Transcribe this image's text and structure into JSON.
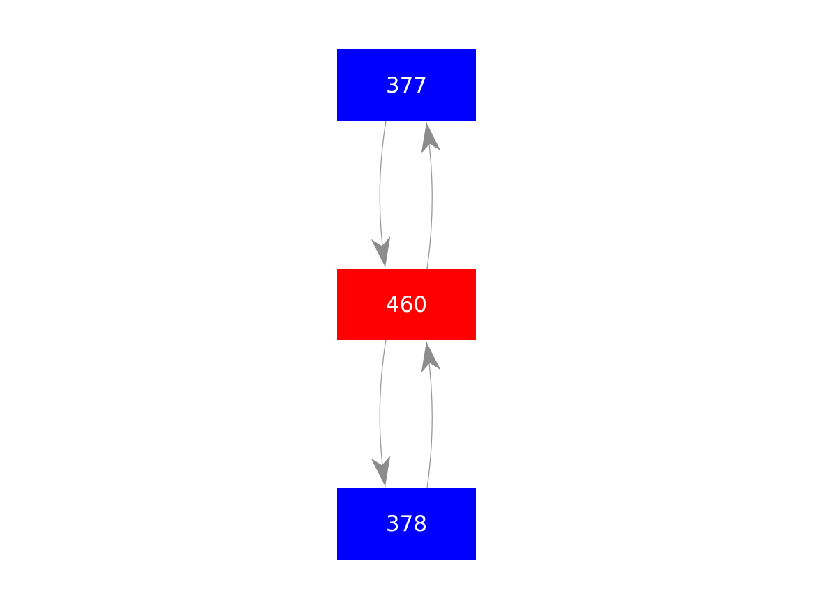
{
  "diagram": {
    "background_color": "#ffffff",
    "edge_color": "#999999",
    "arrowhead_color": "#8c8c8c",
    "nodes": [
      {
        "id": "377",
        "label": "377",
        "fill_color": "#0000ff",
        "text_color": "#ffffff",
        "position": "top"
      },
      {
        "id": "460",
        "label": "460",
        "fill_color": "#ff0000",
        "text_color": "#ffffff",
        "position": "middle"
      },
      {
        "id": "378",
        "label": "378",
        "fill_color": "#0000ff",
        "text_color": "#ffffff",
        "position": "bottom"
      }
    ],
    "edges": [
      {
        "from": "377",
        "to": "460"
      },
      {
        "from": "460",
        "to": "377"
      },
      {
        "from": "460",
        "to": "378"
      },
      {
        "from": "378",
        "to": "460"
      }
    ]
  }
}
